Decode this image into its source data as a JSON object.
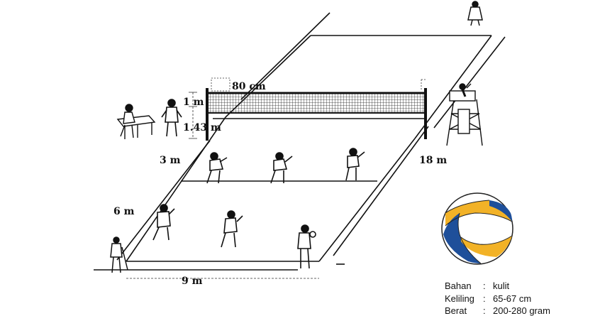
{
  "labels": {
    "net_width": "80 cm",
    "net_height": "1 m",
    "net_clearance": "1.43 m",
    "attack_zone": "3 m",
    "back_zone": "6 m",
    "court_width": "9 m",
    "court_length": "18 m"
  },
  "specs": [
    {
      "key": "Bahan",
      "value": "kulit"
    },
    {
      "key": "Keliling",
      "value": "65-67 cm"
    },
    {
      "key": "Berat",
      "value": "200-280 gram"
    }
  ],
  "colors": {
    "ball_yellow": "#f2b227",
    "ball_blue": "#1e4f9a",
    "ball_white": "#ffffff",
    "line": "#111111"
  }
}
